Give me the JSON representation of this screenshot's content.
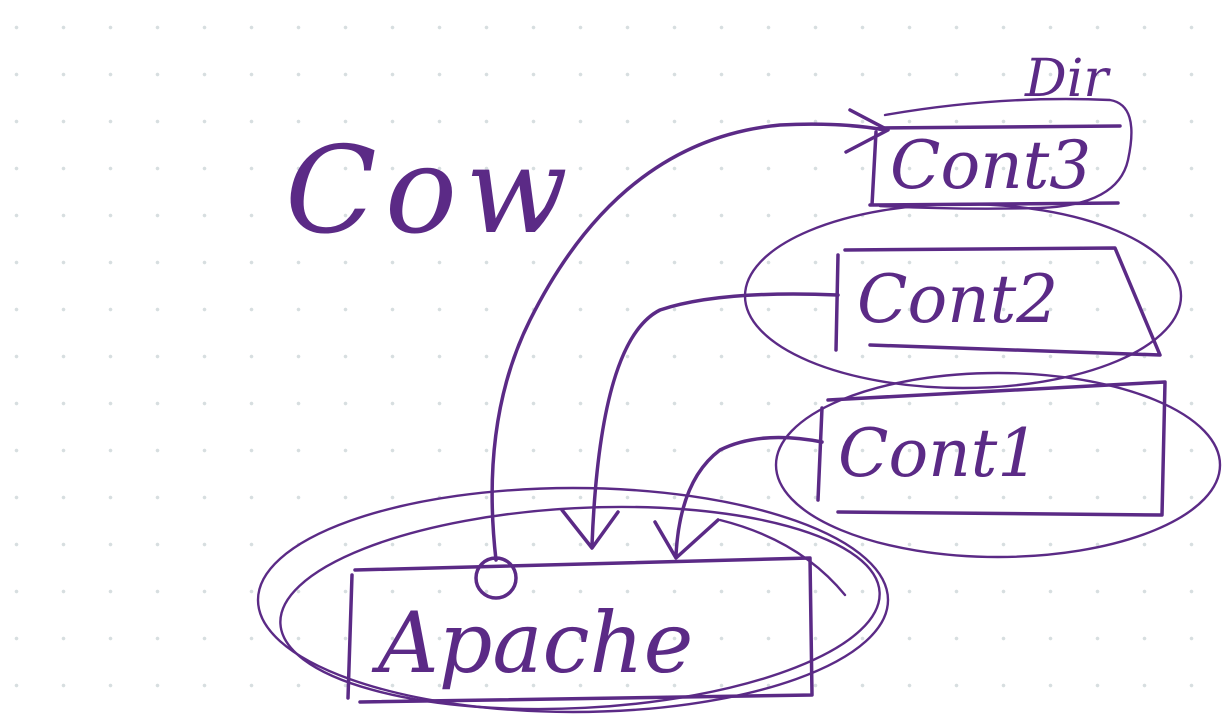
{
  "ink_color": "#5b2a86",
  "background_color": "#ffffff",
  "dot_color": "#d7dee0",
  "labels": {
    "title": "Cow",
    "dir": "Dir",
    "cont3": "Cont3",
    "cont2": "Cont2",
    "cont1": "Cont1",
    "apache": "Apache"
  }
}
